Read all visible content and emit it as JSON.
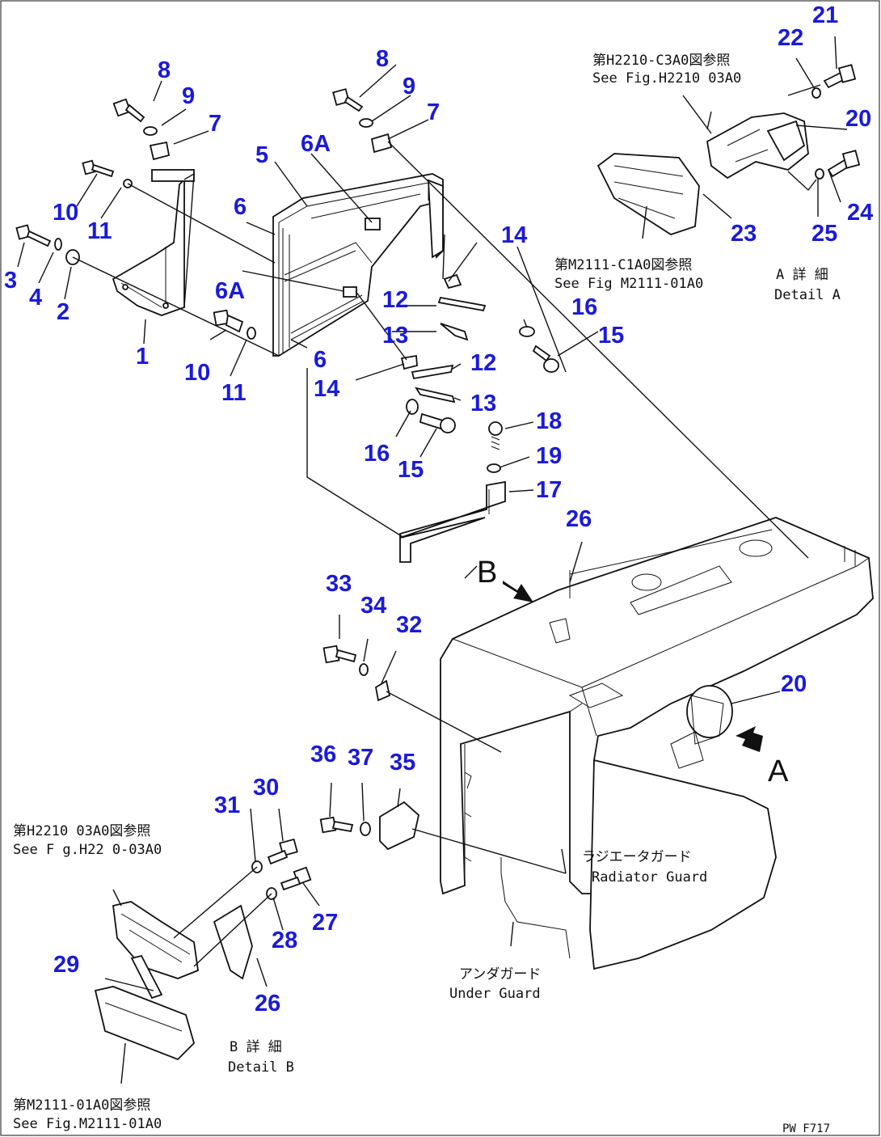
{
  "callouts": {
    "c1": "1",
    "c2": "2",
    "c3": "3",
    "c4": "4",
    "c5": "5",
    "c6a": "6",
    "c6b": "6",
    "c6A_a": "6A",
    "c6A_b": "6A",
    "c7a": "7",
    "c7b": "7",
    "c8a": "8",
    "c8b": "8",
    "c9a": "9",
    "c9b": "9",
    "c10a": "10",
    "c10b": "10",
    "c11a": "11",
    "c11b": "11",
    "c12a": "12",
    "c12b": "12",
    "c13a": "13",
    "c13b": "13",
    "c14a": "14",
    "c14b": "14",
    "c15a": "15",
    "c15b": "15",
    "c16a": "16",
    "c16b": "16",
    "c17": "17",
    "c18": "18",
    "c19": "19",
    "c20a": "20",
    "c20b": "20",
    "c21": "21",
    "c22": "22",
    "c23": "23",
    "c24": "24",
    "c25": "25",
    "c26a": "26",
    "c26b": "26",
    "c27": "27",
    "c28": "28",
    "c29": "29",
    "c30": "30",
    "c31": "31",
    "c32": "32",
    "c33": "33",
    "c34": "34",
    "c35": "35",
    "c36": "36",
    "c37": "37"
  },
  "notes": {
    "ref_top_jp": "第H2210-C3A0図参照",
    "ref_top_en": "See Fig.H2210 03A0",
    "ref_mid_jp": "第M2111-C1A0図参照",
    "ref_mid_en": "See Fig M2111-01A0",
    "detailA_jp": "A 詳 細",
    "detailA_en": "Detail A",
    "ref_left_jp": "第H2210 03A0図参照",
    "ref_left_en": "See F g.H22 0-03A0",
    "detailB_jp": "B 詳 細",
    "detailB_en": "Detail B",
    "ref_bottom_jp": "第M2111-01A0図参照",
    "ref_bottom_en": "See Fig.M2111-01A0",
    "radiator_jp": "ラジエータガード",
    "radiator_en": "Radiator Guard",
    "under_jp": "アンダガード",
    "under_en": "Under Guard",
    "view_b": "B",
    "view_a": "A",
    "drawing_code": "PW F717"
  }
}
